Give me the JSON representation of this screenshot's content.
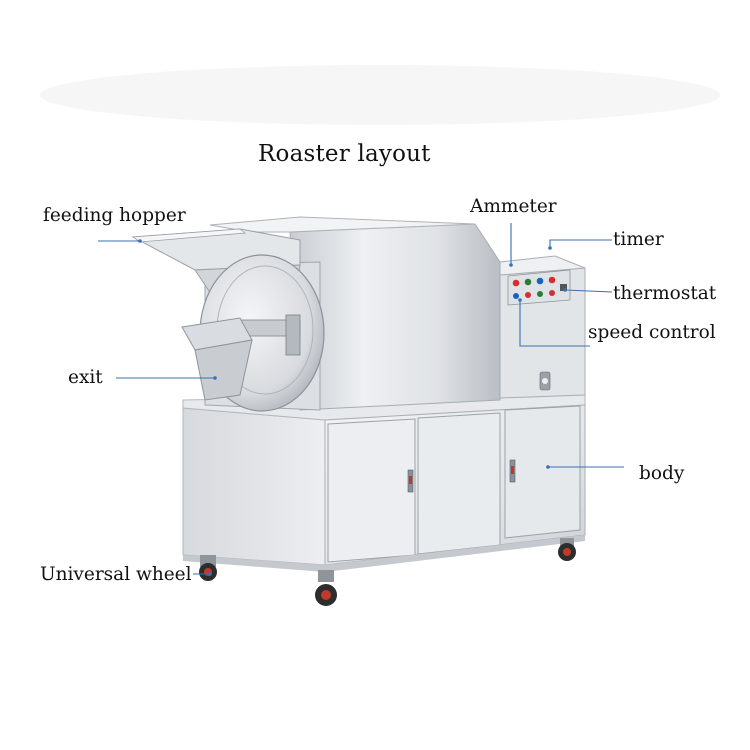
{
  "title": "Roaster layout",
  "labels": {
    "feeding_hopper": "feeding hopper",
    "exit": "exit",
    "universal_wheel": "Universal wheel",
    "ammeter": "Ammeter",
    "timer": "timer",
    "thermostat": "thermostat",
    "speed_control": "speed control",
    "body": "body"
  },
  "colors": {
    "leader_line": "#3a6fb5",
    "steel_light": "#eceef0",
    "steel_mid": "#cfd3d8",
    "steel_dark": "#9aa0a7",
    "wheel_red": "#c0392b",
    "indicator_red": "#d32f2f",
    "indicator_green": "#2e7d32",
    "indicator_blue": "#1565c0"
  }
}
